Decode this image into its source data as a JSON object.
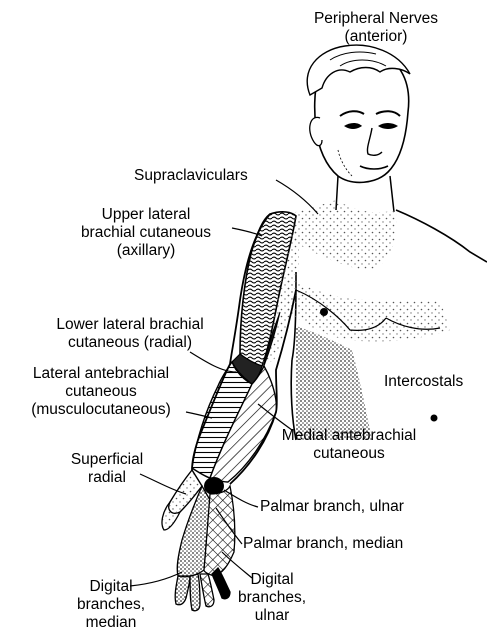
{
  "title": [
    "Peripheral Nerves",
    "(anterior)"
  ],
  "labels": {
    "supraclaviculars": [
      "Supraclaviculars"
    ],
    "upper_lateral": [
      "Upper lateral",
      "brachial cutaneous",
      "(axillary)"
    ],
    "lower_lateral": [
      "Lower lateral brachial",
      "cutaneous (radial)"
    ],
    "lateral_antebrachial": [
      "Lateral antebrachial",
      "cutaneous",
      "(musculocutaneous)"
    ],
    "intercostals": [
      "Intercostals"
    ],
    "medial_antebrachial": [
      "Medial antebrachial",
      "cutaneous"
    ],
    "superficial_radial": [
      "Superficial",
      "radial"
    ],
    "palmar_ulnar": [
      "Palmar branch, ulnar"
    ],
    "palmar_median": [
      "Palmar branch, median"
    ],
    "digital_median": [
      "Digital",
      "branches,",
      "median"
    ],
    "digital_ulnar": [
      "Digital",
      "branches,",
      "ulnar"
    ]
  }
}
